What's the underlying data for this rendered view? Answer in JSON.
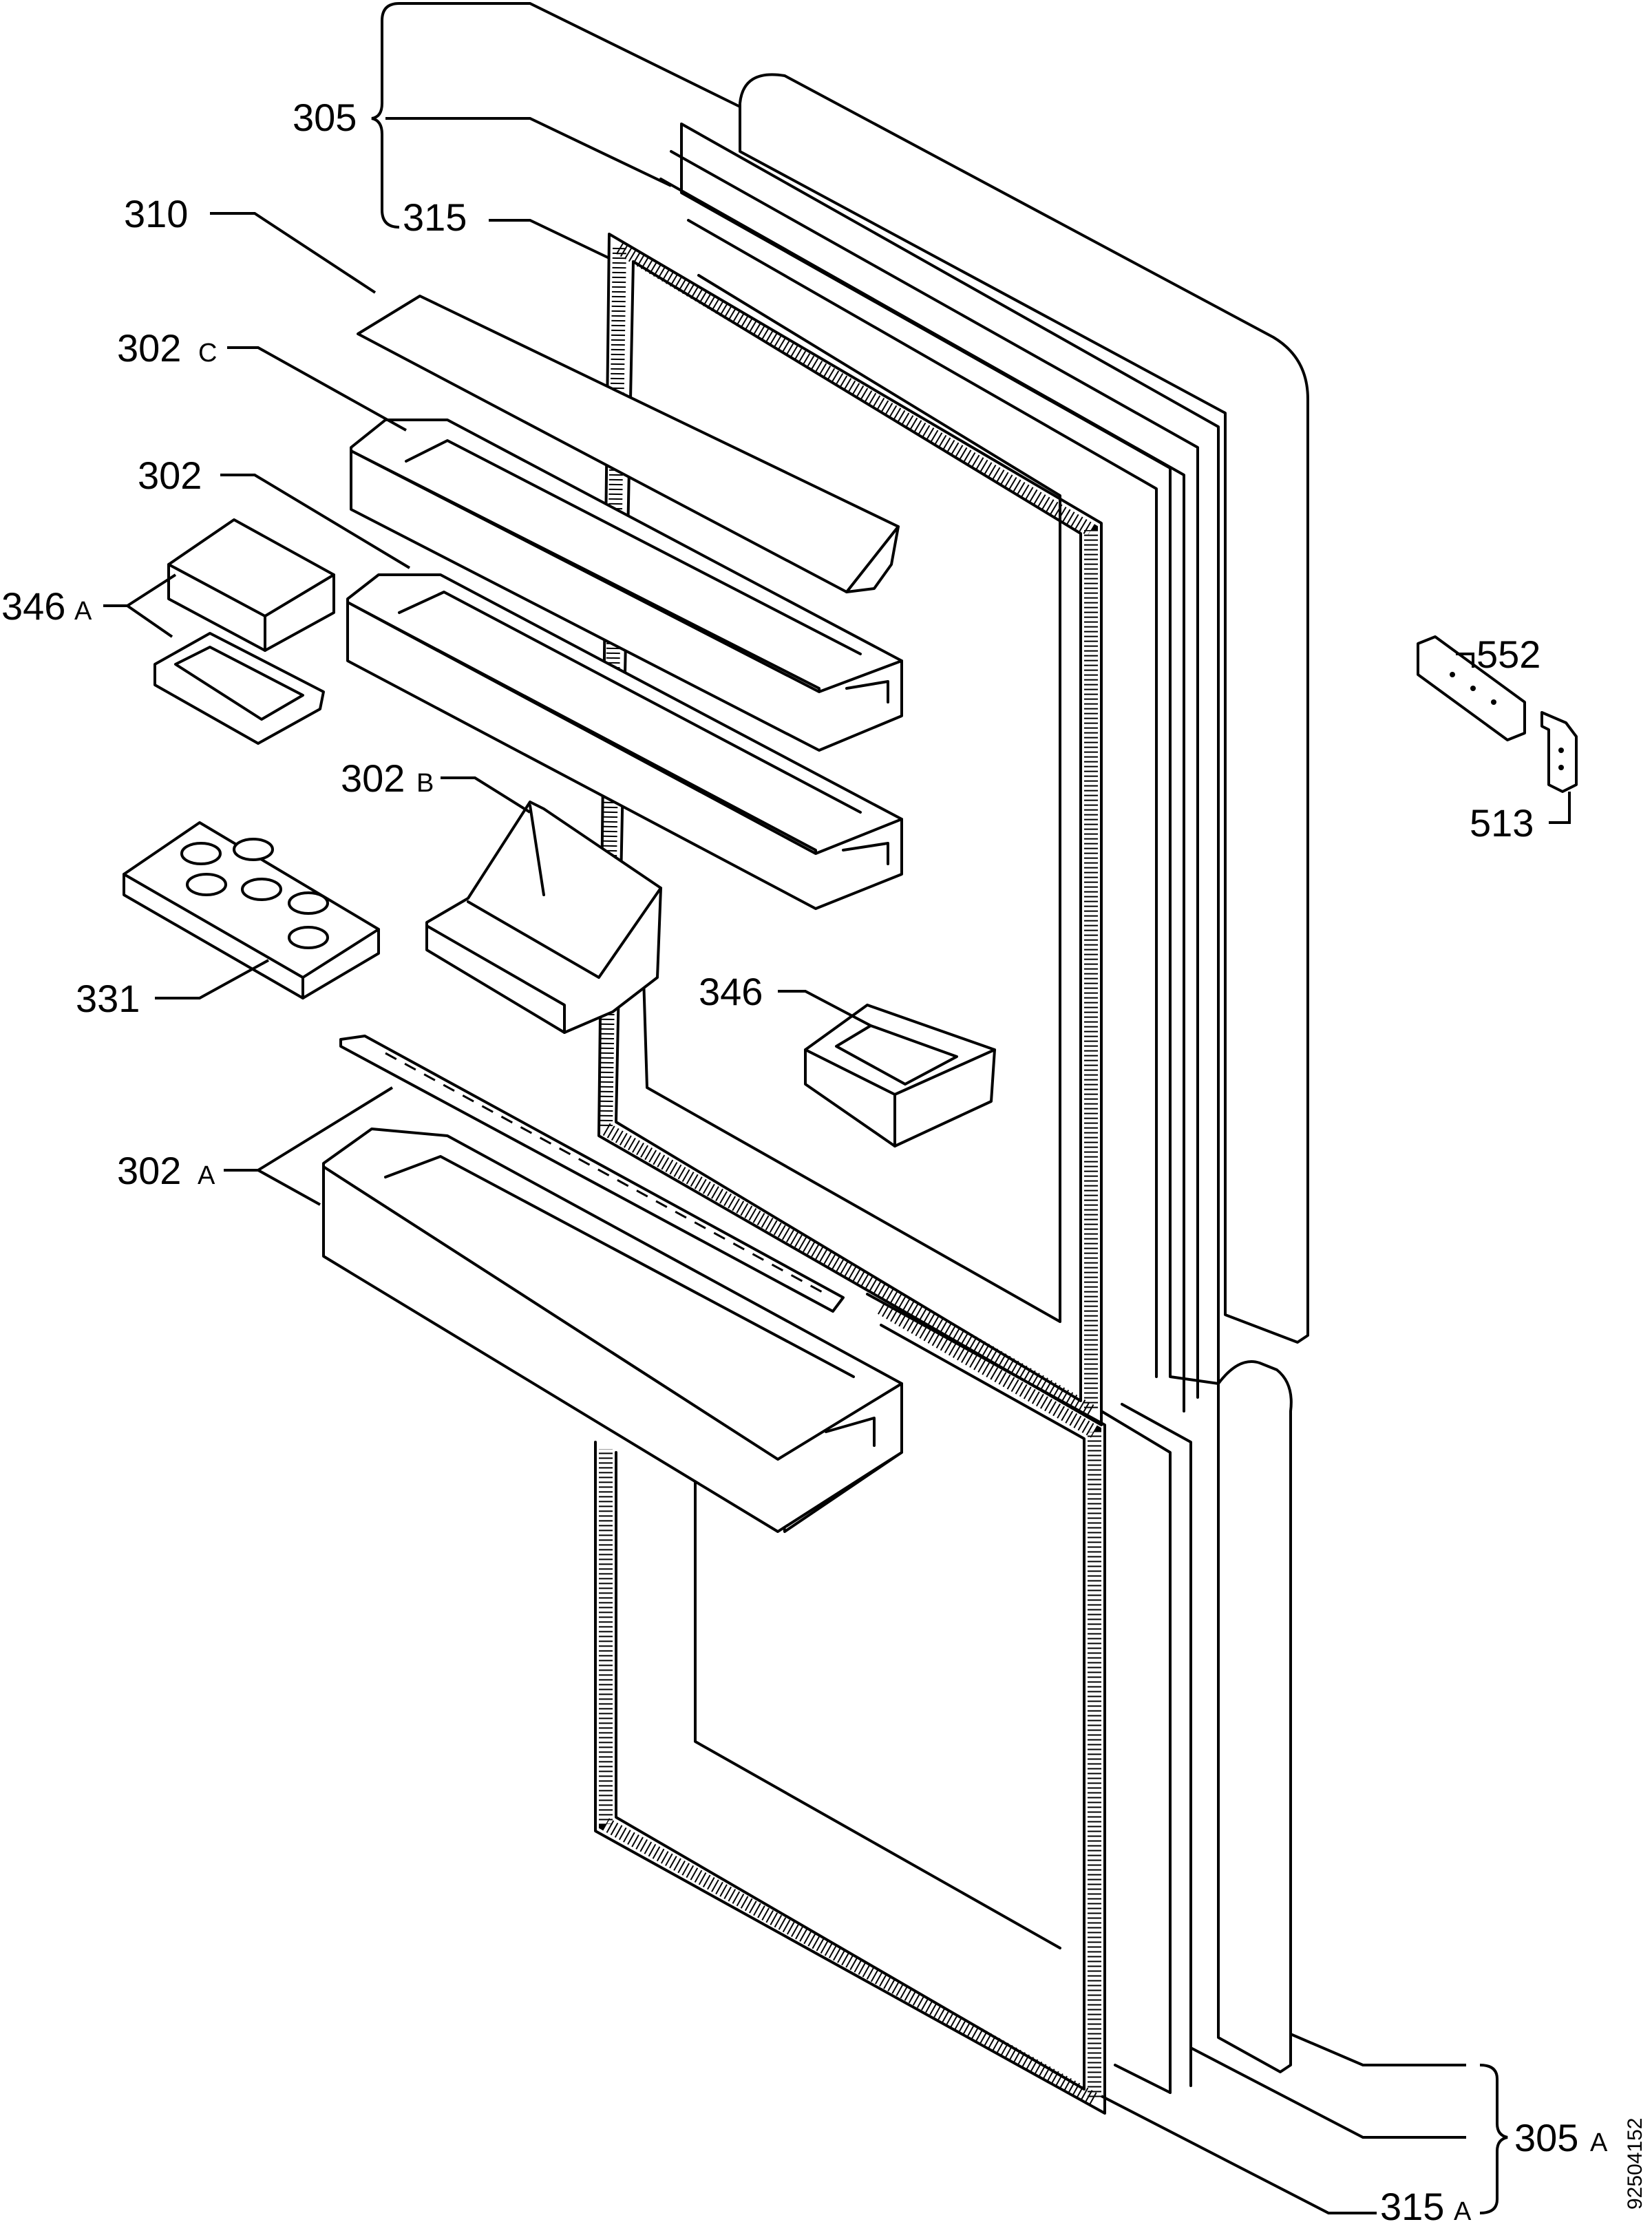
{
  "labels": {
    "l305": "305",
    "l315": "315",
    "l310": "310",
    "l302c": "302",
    "l302c_suffix": "C",
    "l302": "302",
    "l346a": "346",
    "l346a_suffix": "A",
    "l302b": "302",
    "l302b_suffix": "B",
    "l331": "331",
    "l346": "346",
    "l302a": "302",
    "l302a_suffix": "A",
    "l552": "552",
    "l513": "513",
    "l305a": "305",
    "l305a_suffix": "A",
    "l315a": "315",
    "l315a_suffix": "A"
  },
  "drawing_code": "92504152"
}
